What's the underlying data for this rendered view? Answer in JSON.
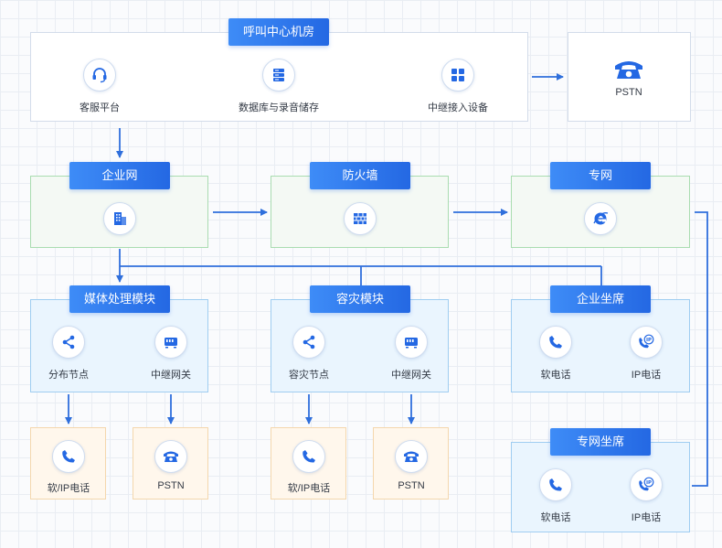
{
  "call_center": {
    "title": "呼叫中心机房",
    "items": [
      "客服平台",
      "数据库与录音储存",
      "中继接入设备"
    ]
  },
  "pstn_top": {
    "label": "PSTN"
  },
  "enterprise_net": {
    "title": "企业网"
  },
  "firewall": {
    "title": "防火墙"
  },
  "private_net": {
    "title": "专网"
  },
  "media_module": {
    "title": "媒体处理模块",
    "items": [
      "分布节点",
      "中继网关"
    ]
  },
  "dr_module": {
    "title": "容灾模块",
    "items": [
      "容灾节点",
      "中继网关"
    ]
  },
  "enterprise_seats": {
    "title": "企业坐席",
    "items": [
      "软电话",
      "IP电话"
    ]
  },
  "private_seats": {
    "title": "专网坐席",
    "items": [
      "软电话",
      "IP电话"
    ]
  },
  "endpoints": [
    "软/IP电话",
    "PSTN",
    "软/IP电话",
    "PSTN"
  ],
  "colors": {
    "accent": "#2468e3",
    "line": "#2f6fdc"
  }
}
